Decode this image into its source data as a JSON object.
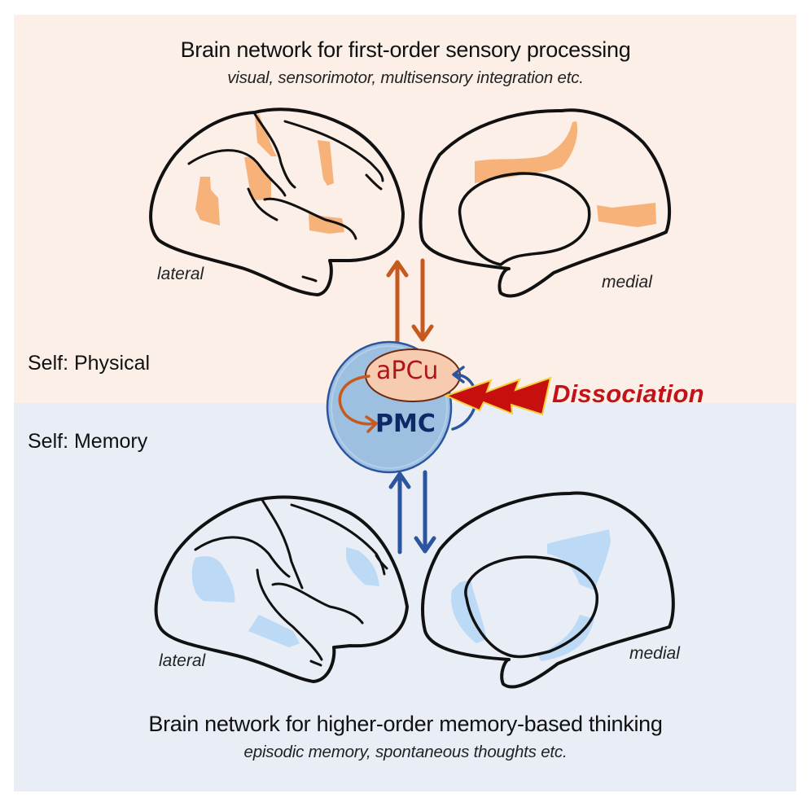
{
  "top_network": {
    "title": "Brain network for first-order sensory processing",
    "subtitle": "visual, sensorimotor, multisensory integration etc.",
    "lateral_label": "lateral",
    "medial_label": "medial",
    "highlight_color": "#f7b27a"
  },
  "bottom_network": {
    "title": "Brain network for higher-order memory-based thinking",
    "subtitle": "episodic memory, spontaneous thoughts etc.",
    "lateral_label": "lateral",
    "medial_label": "medial",
    "highlight_color": "#bcd9f5"
  },
  "side_labels": {
    "physical": "Self: Physical",
    "memory": "Self: Memory"
  },
  "center": {
    "inner_region": "aPCu",
    "outer_region": "PMC",
    "event_label": "Dissociation"
  },
  "colors": {
    "top_background": "#fcefe7",
    "bottom_background": "#e8edf6",
    "sensory_arrow": "#c65a1e",
    "memory_arrow": "#2c55a0",
    "pmc_fill": "#9dbfe0",
    "pmc_border": "#2c55a0",
    "apcu_fill": "#f7cbb0",
    "apcu_text": "#b0151c",
    "pmc_text": "#0e2a66",
    "bolt_fill": "#c80f0f",
    "bolt_outline": "#f5d23a",
    "dissociation_text": "#c0141a"
  }
}
